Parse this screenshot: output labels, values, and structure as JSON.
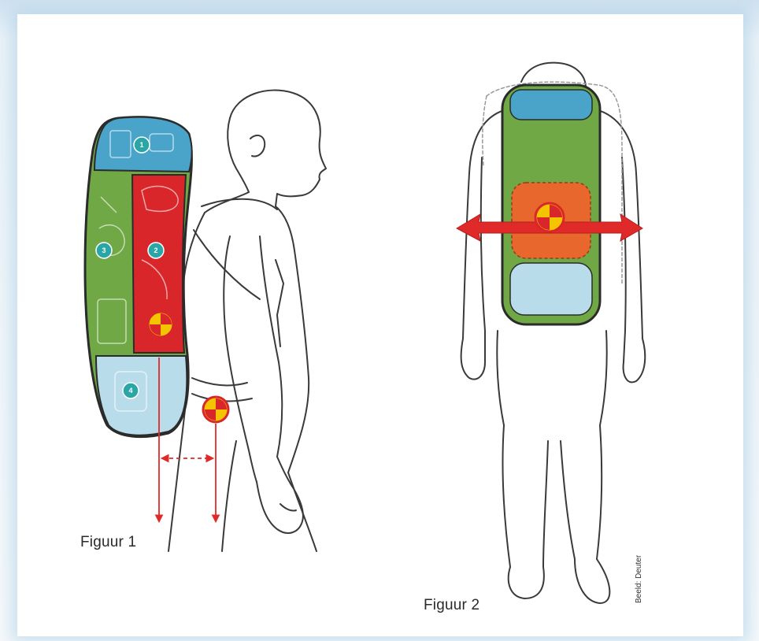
{
  "figures": {
    "figure1": {
      "caption": "Figuur 1"
    },
    "figure2": {
      "caption": "Figuur 2"
    }
  },
  "credit": "Beeld: Deuter",
  "zones": [
    {
      "id": "zone-1",
      "number": "1",
      "color": "#4aa3c9"
    },
    {
      "id": "zone-2",
      "number": "2",
      "color": "#d8262b"
    },
    {
      "id": "zone-3",
      "number": "3",
      "color": "#6fa845"
    },
    {
      "id": "zone-4",
      "number": "4",
      "color": "#b9dcea"
    }
  ],
  "colors": {
    "outline": "#3a3a3a",
    "pack_blue": "#4aa3c9",
    "pack_green": "#6fa845",
    "pack_red": "#d8262b",
    "pack_orange": "#e8672d",
    "pack_lightblue": "#b9dcea",
    "arrow_red": "#e02a2a",
    "badge": "#2aa6a6",
    "cog_yellow": "#f5c400"
  },
  "icons": [
    "center-of-gravity-icon",
    "double-arrow-icon",
    "down-arrow-icon"
  ]
}
